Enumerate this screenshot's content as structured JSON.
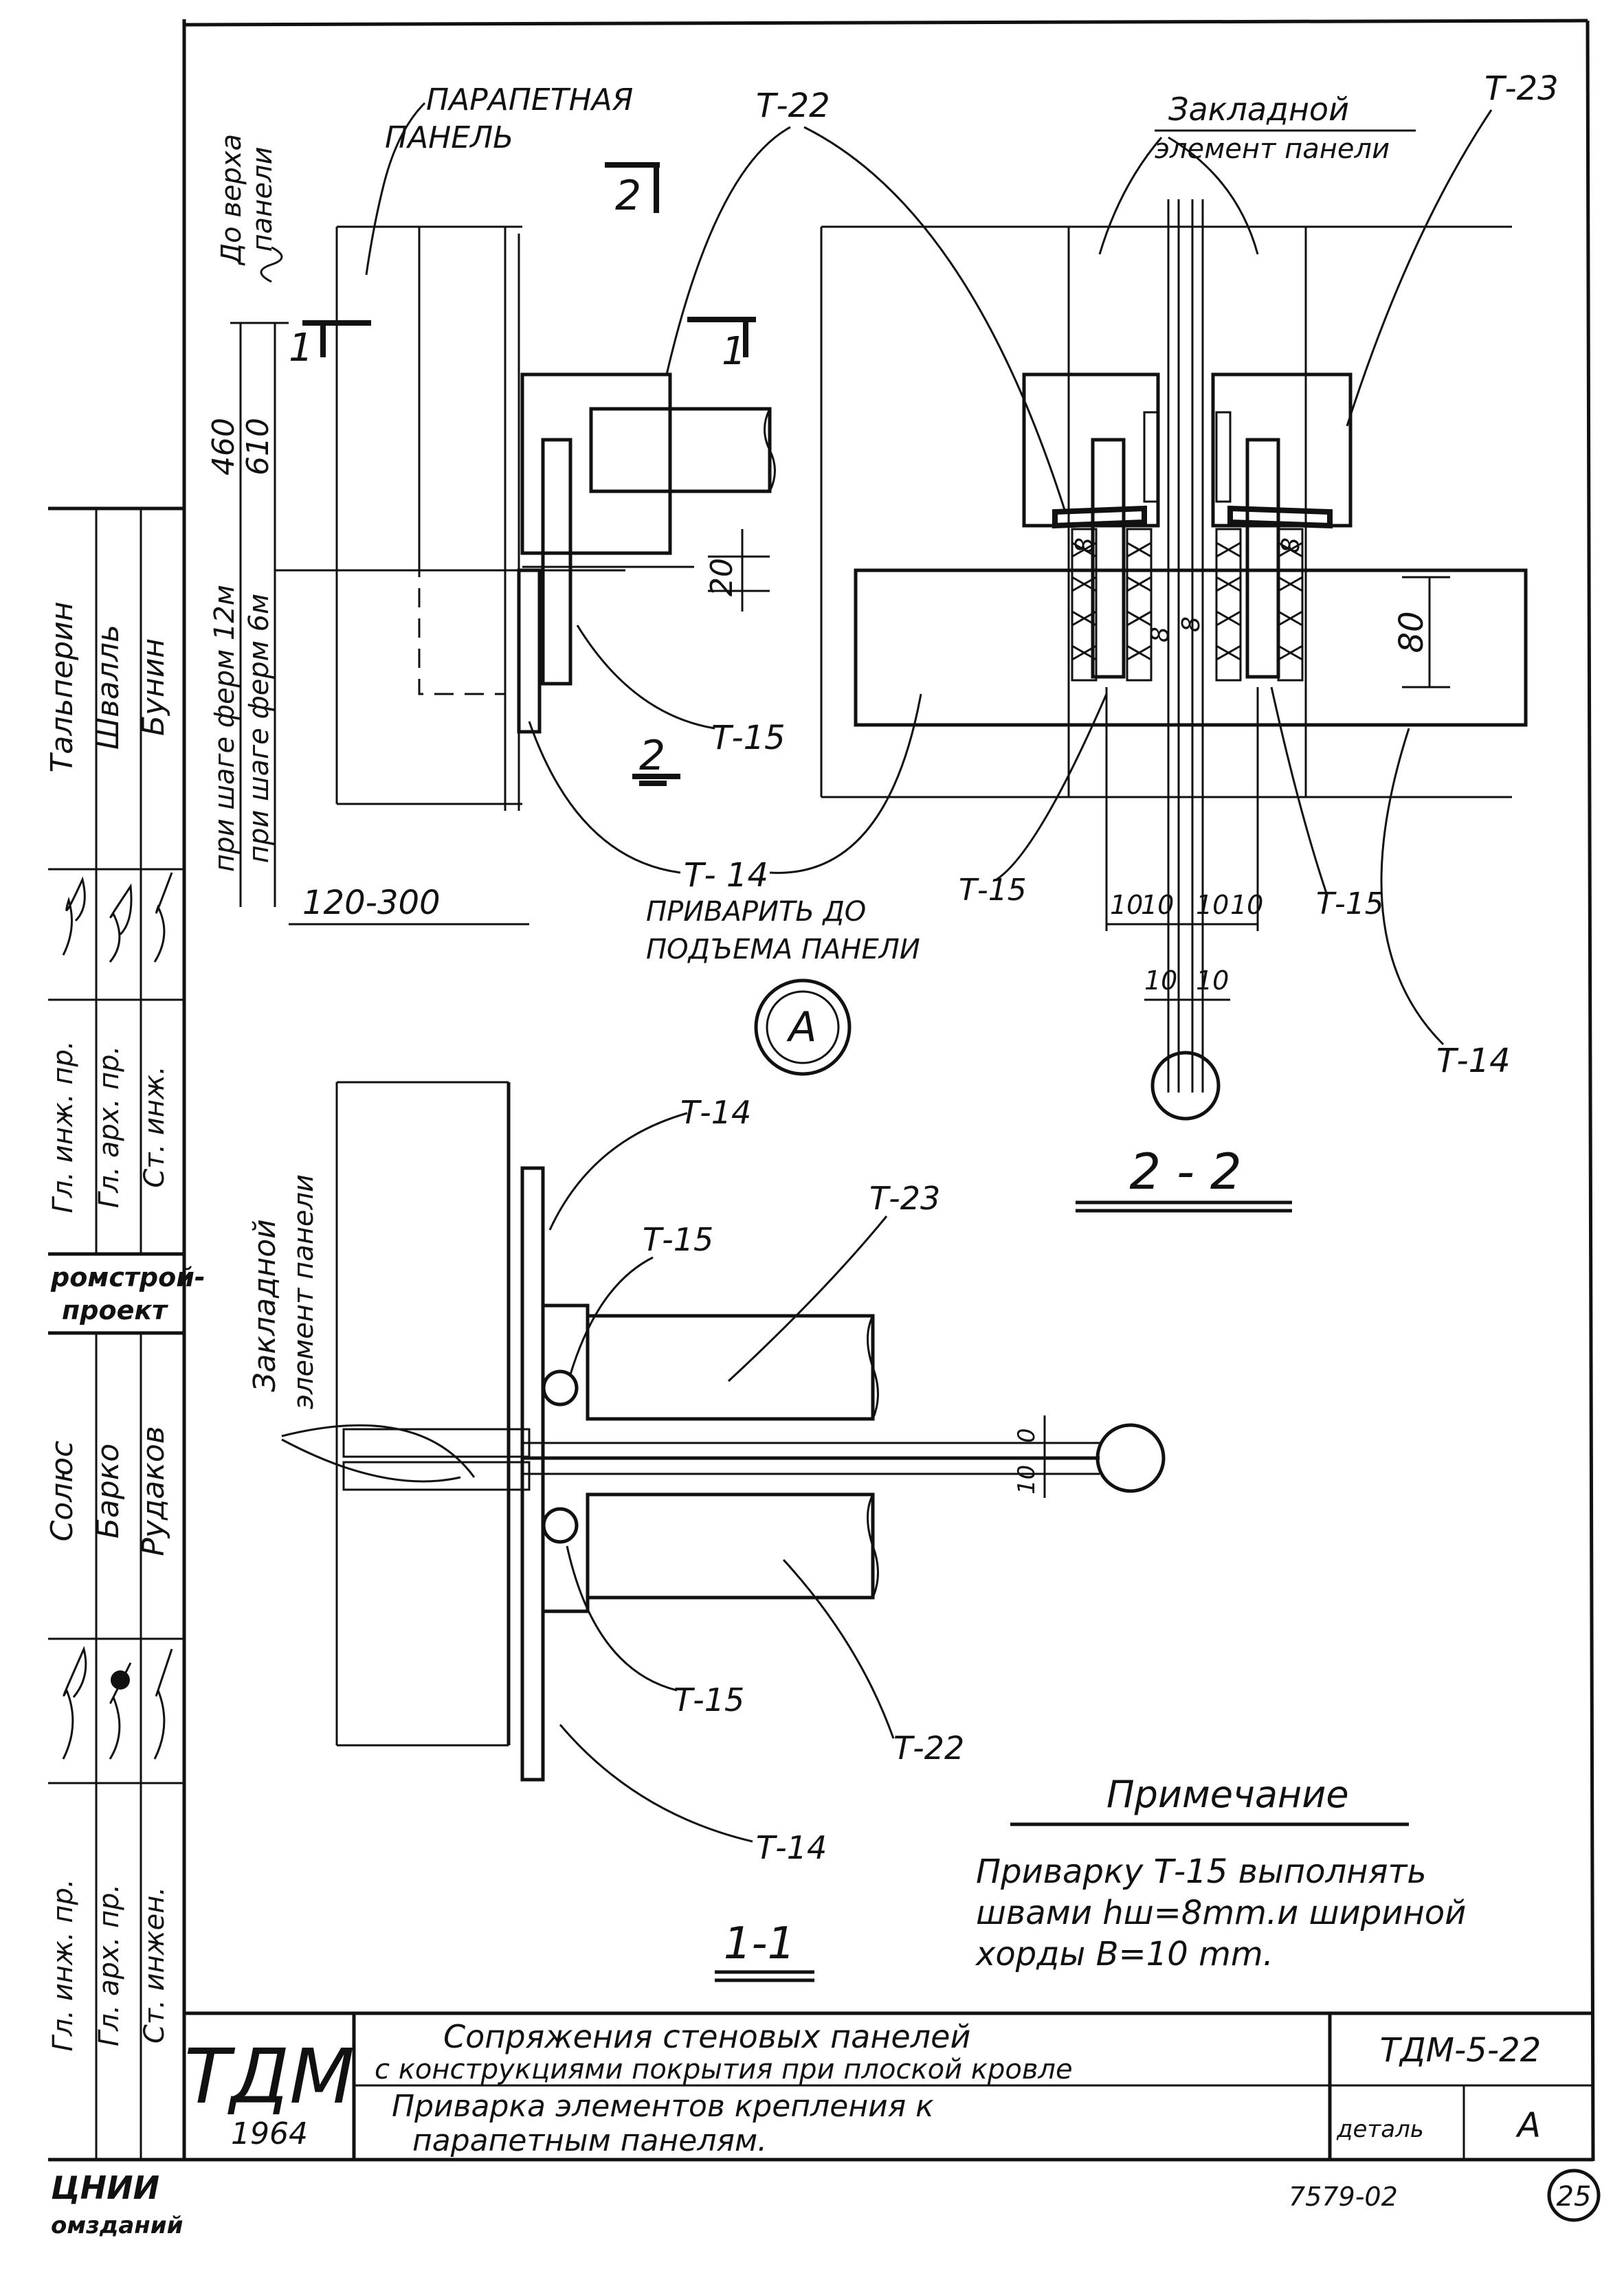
{
  "view_top_left": {
    "parapet_label_1": "ПАРАПЕТНАЯ",
    "parapet_label_2": "ПАНЕЛЬ",
    "to_top_1": "До верха",
    "to_top_2": "панели",
    "t22": "Т-22",
    "section_1": "1",
    "section_2": "2",
    "dim_460": "460",
    "dim_610": "610",
    "dim_20": "20",
    "truss_12": "при шаге ферм 12м",
    "truss_6": "при шаге ферм 6м",
    "t15": "Т-15",
    "t14": "Т- 14",
    "dim_120_300": "120-300",
    "weld_1": "ПРИВАРИТЬ ДО",
    "weld_2": "ПОДЪЕМА ПАНЕЛИ",
    "detail_mark": "А"
  },
  "view_section_2_2": {
    "embedded_1": "Закладной",
    "embedded_2": "элемент панели",
    "t23": "Т-23",
    "dim_8a": "8",
    "dim_8b": "8",
    "dim_8c": "8",
    "dim_8d": "8",
    "dim_80": "80",
    "t15_left": "Т-15",
    "t15_right": "Т-15",
    "dim_10": "10",
    "t14": "Т-14",
    "title": "2 - 2"
  },
  "view_section_1_1": {
    "embedded_1": "Закладной",
    "embedded_2": "элемент панели",
    "t14_top": "Т-14",
    "t23": "Т-23",
    "t15_top": "Т-15",
    "dim_0": "0",
    "dim_10": "10",
    "t15_bottom": "Т-15",
    "t22": "Т-22",
    "t14_bottom": "Т-14",
    "title": "1-1"
  },
  "note": {
    "heading": "Примечание",
    "line_1": "Приварку Т-15 выполнять",
    "line_2": "швами hш=8mm.и шириной",
    "line_3": "хорды  В=10 mm."
  },
  "left_strip": {
    "rows_top": [
      [
        "Гл. инж. пр.",
        "Тальперин"
      ],
      [
        "Гл. арх. пр.",
        "Швалль"
      ],
      [
        "Ст. инж.",
        "Бунин"
      ]
    ],
    "org_1": "ромстрой-",
    "org_2": "проект",
    "rows_bottom": [
      [
        "Гл. инж. пр.",
        "Солюс"
      ],
      [
        "Гл. арх. пр.",
        "Барко"
      ],
      [
        "Ст. инжен.",
        "Рудаков"
      ]
    ],
    "cniu_1": "ЦНИИ",
    "cniu_2": "омзданий"
  },
  "title_block": {
    "logo": "ТДМ",
    "year": "1964",
    "title_1": "Сопряжения   стеновых   панелей",
    "title_2": "с конструкциями покрытия при плоской кровле",
    "code": "ТДМ-5-22",
    "subtitle_1": "Приварка элементов крепления  к",
    "subtitle_2": "парапетным   панелям.",
    "detail_label": "деталь",
    "detail_value": "А",
    "archive_no": "7579-02",
    "sheet_no": "25"
  }
}
